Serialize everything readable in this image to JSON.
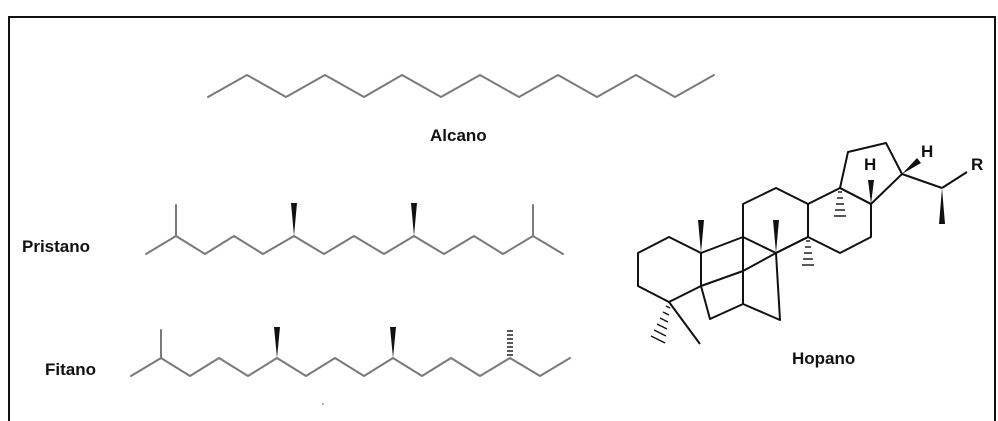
{
  "labels": {
    "alkane": "Alcano",
    "pristane": "Pristano",
    "phytane": "Fitano",
    "hopane": "Hopano"
  },
  "atoms": {
    "h1": "H",
    "h2": "H",
    "r": "R"
  },
  "colors": {
    "chain_bond": "#7a7a7a",
    "ring_bond": "#111111",
    "frame": "#111111"
  }
}
